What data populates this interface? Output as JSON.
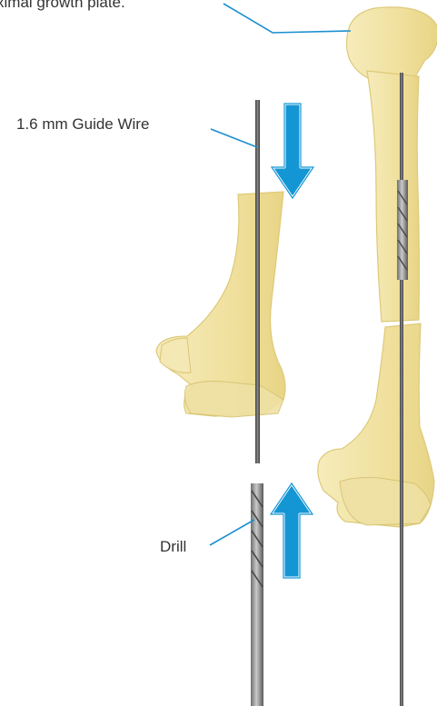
{
  "labels": {
    "growth_plate": "ximal growth plate.",
    "guide_wire": "1.6 mm Guide Wire",
    "drill": "Drill"
  },
  "colors": {
    "bone_fill": "#f2e4a0",
    "bone_edge": "#d9c46f",
    "leader": "#1b8fcf",
    "arrow": "#1496d4",
    "wire": "#555555",
    "drill": "#8c8c8c"
  }
}
